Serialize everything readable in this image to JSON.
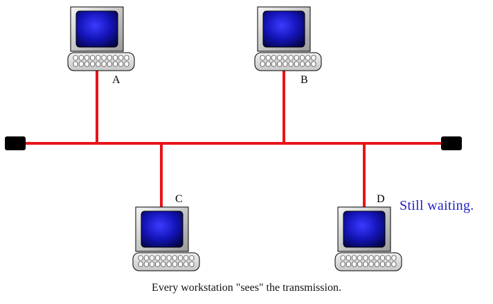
{
  "diagram": {
    "nodes": [
      {
        "label": "A"
      },
      {
        "label": "B"
      },
      {
        "label": "C"
      },
      {
        "label": "D"
      }
    ],
    "status_text": "Still waiting.",
    "caption": "Every workstation \"sees\" the transmission."
  },
  "colors": {
    "bus": "#e8141a",
    "status_text": "#1f1fc4",
    "screen": "#1414b8",
    "terminator": "#000000"
  },
  "icons": {
    "workstation": "computer-terminal-icon",
    "terminator": "bus-terminator-icon"
  }
}
